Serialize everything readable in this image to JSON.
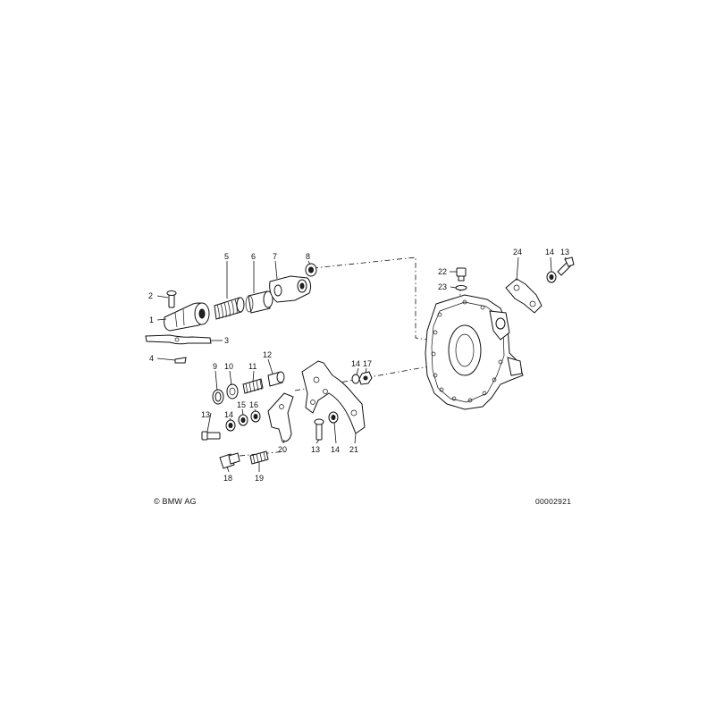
{
  "footer": {
    "copyright": "© BMW AG",
    "drawing_number": "00002921"
  },
  "parts": [
    {
      "id": "p1",
      "label": "1"
    },
    {
      "id": "p2",
      "label": "2"
    },
    {
      "id": "p3",
      "label": "3"
    },
    {
      "id": "p4",
      "label": "4"
    },
    {
      "id": "p5",
      "label": "5"
    },
    {
      "id": "p6",
      "label": "6"
    },
    {
      "id": "p7",
      "label": "7"
    },
    {
      "id": "p8",
      "label": "8"
    },
    {
      "id": "p9",
      "label": "9"
    },
    {
      "id": "p10",
      "label": "10"
    },
    {
      "id": "p11",
      "label": "11"
    },
    {
      "id": "p12",
      "label": "12"
    },
    {
      "id": "p13a",
      "label": "13"
    },
    {
      "id": "p14a",
      "label": "14"
    },
    {
      "id": "p15",
      "label": "15"
    },
    {
      "id": "p16",
      "label": "16"
    },
    {
      "id": "p17",
      "label": "17"
    },
    {
      "id": "p14b",
      "label": "14"
    },
    {
      "id": "p18",
      "label": "18"
    },
    {
      "id": "p19",
      "label": "19"
    },
    {
      "id": "p20",
      "label": "20"
    },
    {
      "id": "p13b",
      "label": "13"
    },
    {
      "id": "p14c",
      "label": "14"
    },
    {
      "id": "p21",
      "label": "21"
    },
    {
      "id": "p22",
      "label": "22"
    },
    {
      "id": "p23",
      "label": "23"
    },
    {
      "id": "p24",
      "label": "24"
    },
    {
      "id": "p14d",
      "label": "14"
    },
    {
      "id": "p13c",
      "label": "13"
    }
  ]
}
